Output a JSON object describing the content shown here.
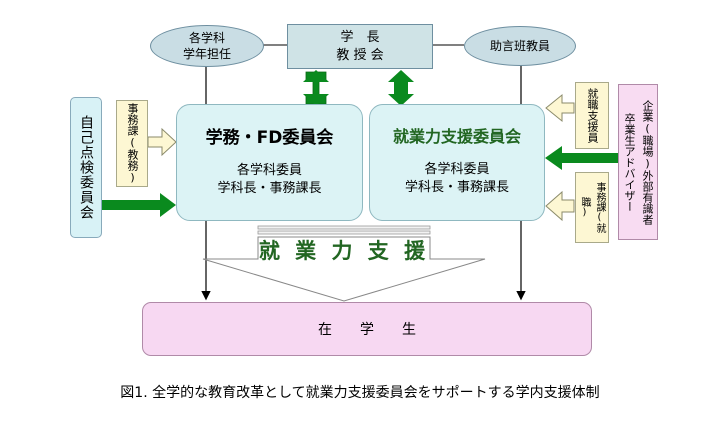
{
  "nodes": {
    "dept_teachers": [
      "各学科",
      "学年担任"
    ],
    "president": [
      "学　長",
      "教 授 会"
    ],
    "advisors": "助言班教員",
    "self_check": "自己点検委員会",
    "admin_academic": "事務課(教務)",
    "fd_committee": {
      "title": "学務・FD委員会",
      "members": [
        "各学科委員",
        "学科長・事務課長"
      ]
    },
    "career_committee": {
      "title": "就業力支援委員会",
      "members": [
        "各学科委員",
        "学科長・事務課長"
      ]
    },
    "career_staff": "就職支援員",
    "admin_career": "事務課(就職)",
    "external": [
      "企業(職場)外部有識者",
      "卒業生アドバイザー"
    ],
    "support_banner": "就 業 力 支 援",
    "students": "在　　学　　生"
  },
  "caption": "図1. 全学的な教育改革として就業力支援委員会をサポートする学内支援体制",
  "colors": {
    "committee_fill": "#dcf3f5",
    "ellipse_fill": "#c9dde4",
    "president_fill": "#cfe3e6",
    "self_check_fill": "#d8f2f6",
    "staff_fill": "#fdf7d3",
    "external_fill": "#f8dcf2",
    "students_fill": "#f7d8f2",
    "arrow_green": "#0a8a1e",
    "career_text": "#226622"
  }
}
